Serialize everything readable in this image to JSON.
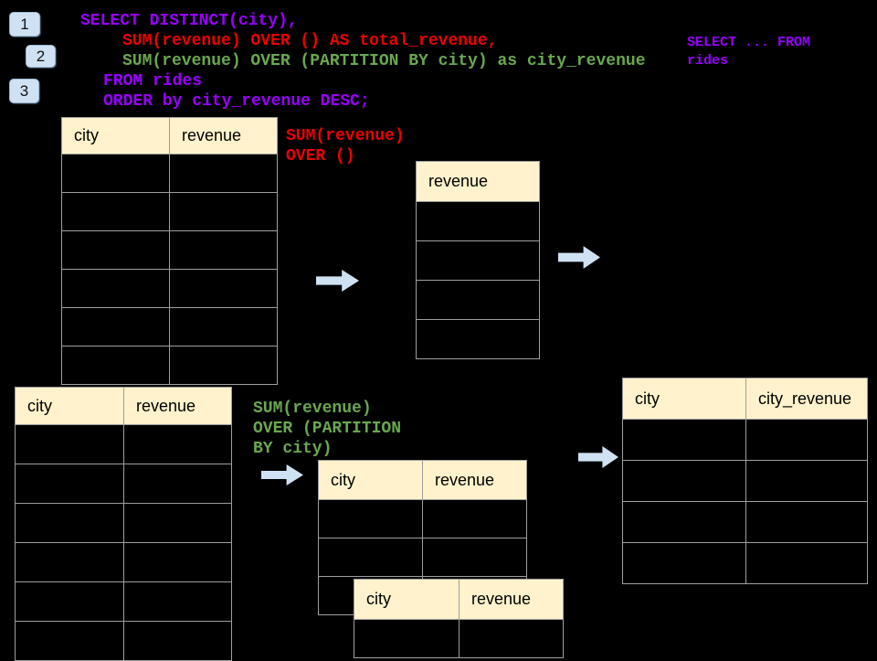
{
  "colors": {
    "background": "#000000",
    "keyword_purple": "#9900ff",
    "total_red": "#ee0000",
    "partition_green": "#6aa84f",
    "table_header_bg": "#fff2cc",
    "table_border": "#9e9e9e",
    "accent_blue": "#cfe2f3"
  },
  "icons": {
    "flow_arrow": "arrow-right-block"
  },
  "steps": [
    {
      "label": "1"
    },
    {
      "label": "2"
    },
    {
      "label": "3"
    }
  ],
  "sql": {
    "lines": [
      {
        "text": "SELECT DISTINCT(city),",
        "color": "purple"
      },
      {
        "text": "SUM(revenue) OVER () AS total_revenue,",
        "color": "red"
      },
      {
        "text": "SUM(revenue) OVER (PARTITION BY city) as city_revenue",
        "color": "green"
      },
      {
        "text": "FROM rides",
        "color": "purple"
      },
      {
        "text": "ORDER by city_revenue DESC;",
        "color": "purple"
      }
    ]
  },
  "from_note": {
    "lines": [
      "SELECT ... FROM",
      "rides"
    ]
  },
  "total_note": {
    "lines": [
      "SUM(revenue)",
      "OVER ()"
    ]
  },
  "partition_note": {
    "lines": [
      "SUM(revenue)",
      "OVER (PARTITION",
      "BY city)"
    ]
  },
  "tables": {
    "source_top": {
      "columns": [
        "city",
        "revenue"
      ],
      "empty_rows": 6
    },
    "total_revenue": {
      "columns": [
        "revenue"
      ],
      "empty_rows": 4
    },
    "source_bottom": {
      "columns": [
        "city",
        "revenue"
      ],
      "empty_rows": 6
    },
    "partition_back": {
      "columns": [
        "city",
        "revenue"
      ],
      "empty_rows": 3
    },
    "partition_front": {
      "columns": [
        "city",
        "revenue"
      ],
      "empty_rows": 1
    },
    "city_revenue_result": {
      "columns": [
        "city",
        "city_revenue"
      ],
      "empty_rows": 4
    }
  }
}
